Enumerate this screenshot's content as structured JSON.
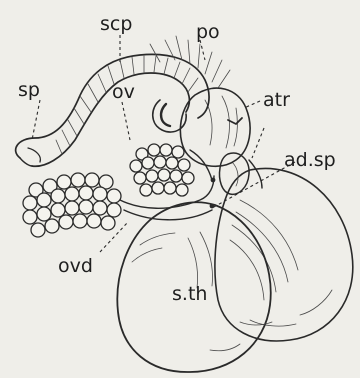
{
  "labels": {
    "scp": "scp",
    "po": "po",
    "sp": "sp",
    "atr": "atr",
    "ov": "ov",
    "ad_sp": "ad.sp",
    "ovd": "ovd",
    "sth": "s.th"
  }
}
